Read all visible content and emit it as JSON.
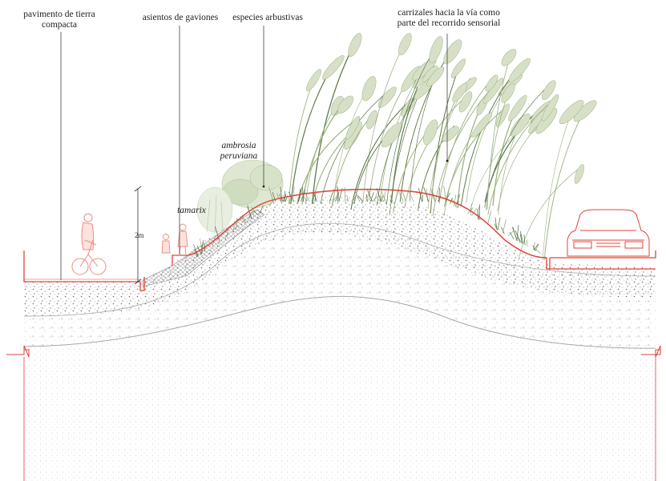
{
  "labels": {
    "pavement": [
      "pavimento de tierra",
      "compacta"
    ],
    "gabions": "asientos de gaviones",
    "shrubs": "especies arbustivas",
    "reeds": [
      "carrizales hacia la vía como",
      "parte del recorrido sensorial"
    ],
    "ambrosia": [
      "ambrosia",
      "peruviana"
    ],
    "tamarix": "tamarix",
    "height": "2m"
  },
  "colors": {
    "outline": "#e0443a",
    "figures": "#f08c80",
    "leader": "#444444",
    "vegetation_light": "#b9c9a0",
    "vegetation_dark": "#5f7a4c",
    "soil_stipple": "#9a9a9a",
    "gabion": "#8a8a8a"
  }
}
